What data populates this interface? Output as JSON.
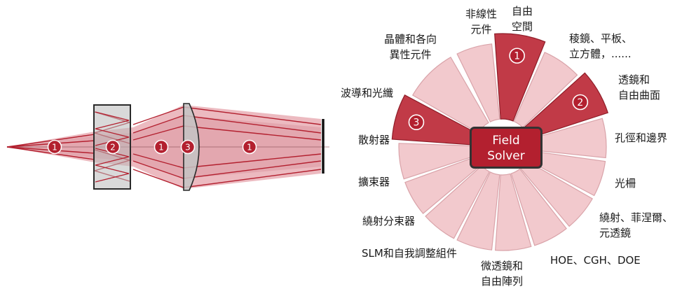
{
  "colors": {
    "sector_light": "#f2c9cd",
    "sector_dark": "#c13a47",
    "sector_stroke": "#ffffff",
    "solver_fill": "#b3202f",
    "beam_fill": "#e8aeb4",
    "beam_ray": "#b3202f",
    "badge_fill": "#b3202f"
  },
  "optics": {
    "badges": [
      "1",
      "2",
      "1",
      "3",
      "1"
    ]
  },
  "solver": {
    "line1": "Field",
    "line2": "Solver"
  },
  "wheel": {
    "badges": {
      "free_space": "1",
      "lens_surface": "2",
      "waveguide": "3"
    },
    "labels": {
      "free_space": [
        "自由",
        "空間"
      ],
      "prism": [
        "稜鏡、平板、",
        "立方體，......"
      ],
      "lens_surface": [
        "透鏡和",
        "自由曲面"
      ],
      "aperture": [
        "孔徑和邊界"
      ],
      "grating": [
        "光柵"
      ],
      "diffractive": [
        "繞射、菲涅爾、",
        "元透鏡"
      ],
      "hoe": [
        "HOE、CGH、DOE"
      ],
      "microlens": [
        "微透鏡和",
        "自由陣列"
      ],
      "slm": [
        "SLM和自我調整組件"
      ],
      "diffractive_splitter": [
        "繞射分束器"
      ],
      "beam_expander": [
        "擴束器"
      ],
      "scatterer": [
        "散射器"
      ],
      "waveguide": [
        "波導和光纖"
      ],
      "crystal": [
        "晶體和各向",
        "異性元件"
      ],
      "nonlinear": [
        "非線性",
        "元件"
      ]
    }
  }
}
